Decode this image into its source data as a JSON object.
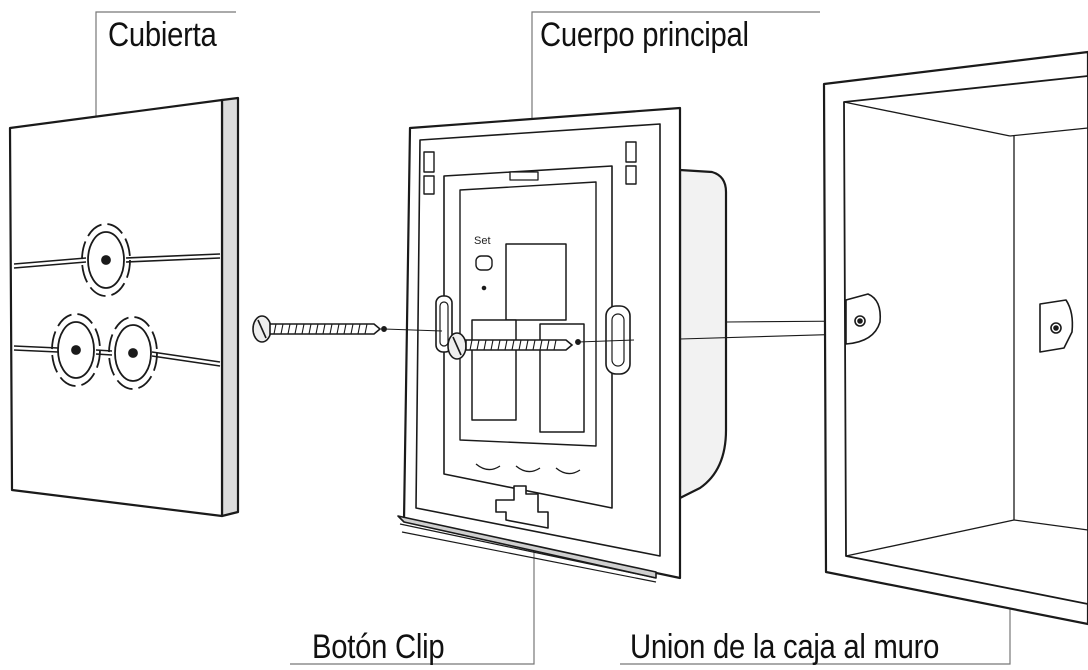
{
  "labels": {
    "cover": "Cubierta",
    "main_body": "Cuerpo principal",
    "clip_button": "Botón Clip",
    "wall_box_union": "Union de la caja  al muro",
    "set_button": "Set"
  },
  "parts": [
    "cover-plate",
    "screw-front",
    "main-body",
    "screw-rear",
    "wall-box"
  ],
  "colors": {
    "line": "#1a1a1a",
    "background": "#ffffff"
  }
}
